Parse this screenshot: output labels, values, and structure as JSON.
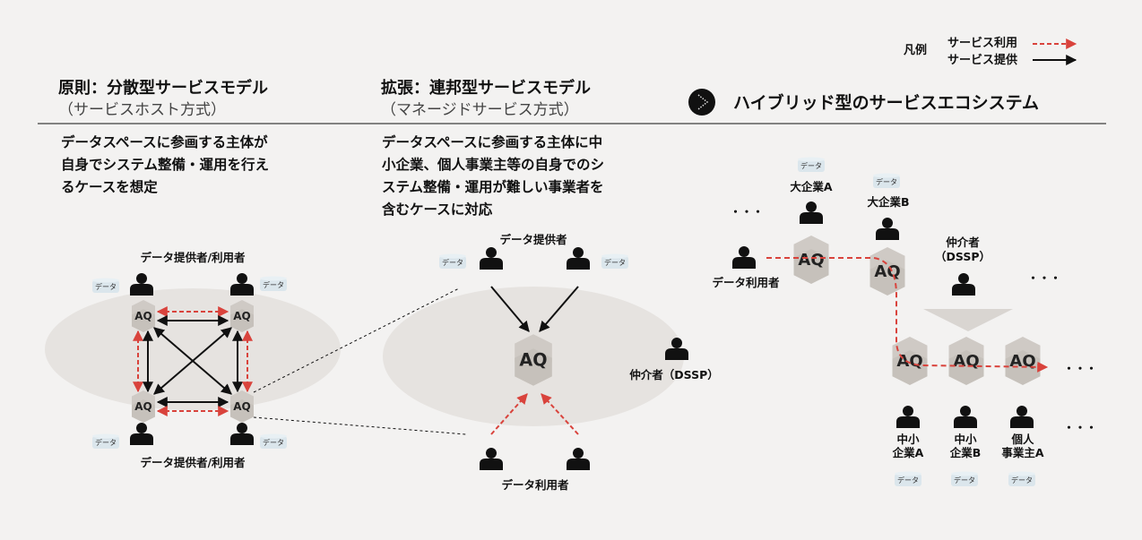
{
  "legend": {
    "title": "凡例",
    "usage": "サービス利用",
    "provision": "サービス提供"
  },
  "colors": {
    "usage": "#d9433c",
    "provision": "#111111",
    "background": "#f3f2f1",
    "hex": "#c9c4bf",
    "data": "#dbe6ec"
  },
  "principle": {
    "title": "原則：分散型サービスモデル",
    "subtitle": "（サービスホスト方式）",
    "description": [
      "データスペースに参画する主体が",
      "自身でシステム整備・運用を行え",
      "るケースを想定"
    ],
    "top_label": "データ提供者/利用者",
    "bottom_label": "データ提供者/利用者"
  },
  "extension": {
    "title": "拡張：連邦型サービスモデル",
    "subtitle": "（マネージドサービス方式）",
    "description": [
      "データスペースに参画する主体に中",
      "小企業、個人事業主等の自身でのシ",
      "ステム整備・運用が難しい事業者を",
      "含むケースに対応"
    ],
    "provider_label": "データ提供者",
    "user_label": "データ利用者",
    "broker_label": "仲介者（DSSP）"
  },
  "hybrid": {
    "title": "ハイブリッド型のサービスエコシステム",
    "large_a": "大企業A",
    "large_b": "大企業B",
    "data_user": "データ利用者",
    "broker_line1": "仲介者",
    "broker_line2": "（DSSP）",
    "sme_a": [
      "中小",
      "企業A"
    ],
    "sme_b": [
      "中小",
      "企業B"
    ],
    "sole_a": [
      "個人",
      "事業主A"
    ],
    "ellipsis": "・・・"
  },
  "common": {
    "aq": "AQ",
    "data": "データ"
  }
}
